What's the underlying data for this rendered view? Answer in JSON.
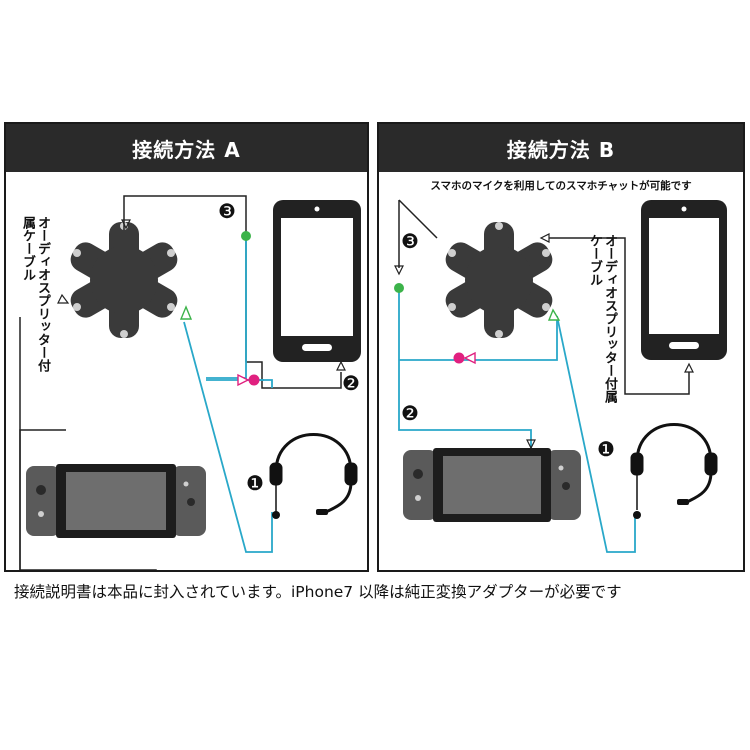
{
  "panel_a": {
    "title": "接続方法 A",
    "cable_label": "オーディオスプリッター付属ケーブル",
    "steps": [
      "❸",
      "❷",
      "❶"
    ]
  },
  "panel_b": {
    "title": "接続方法 B",
    "subtitle": "スマホのマイクを利用してのスマホチャットが可能です",
    "cable_label": "オーディオスプリッター付属ケーブル",
    "steps": [
      "❸",
      "❷",
      "❶"
    ]
  },
  "footer": "接続説明書は本品に封入されています。iPhone7 以降は純正変換アダプターが必要です",
  "colors": {
    "cyan_line": "#29a8c9",
    "black_line": "#222222",
    "magenta": "#e0207f",
    "green": "#3cb34a",
    "splitter": "#3a3a3a",
    "header_bg": "#2a2a2a",
    "joycon_gray": "#5a5a5a",
    "screen_gray": "#6e6e6e"
  }
}
